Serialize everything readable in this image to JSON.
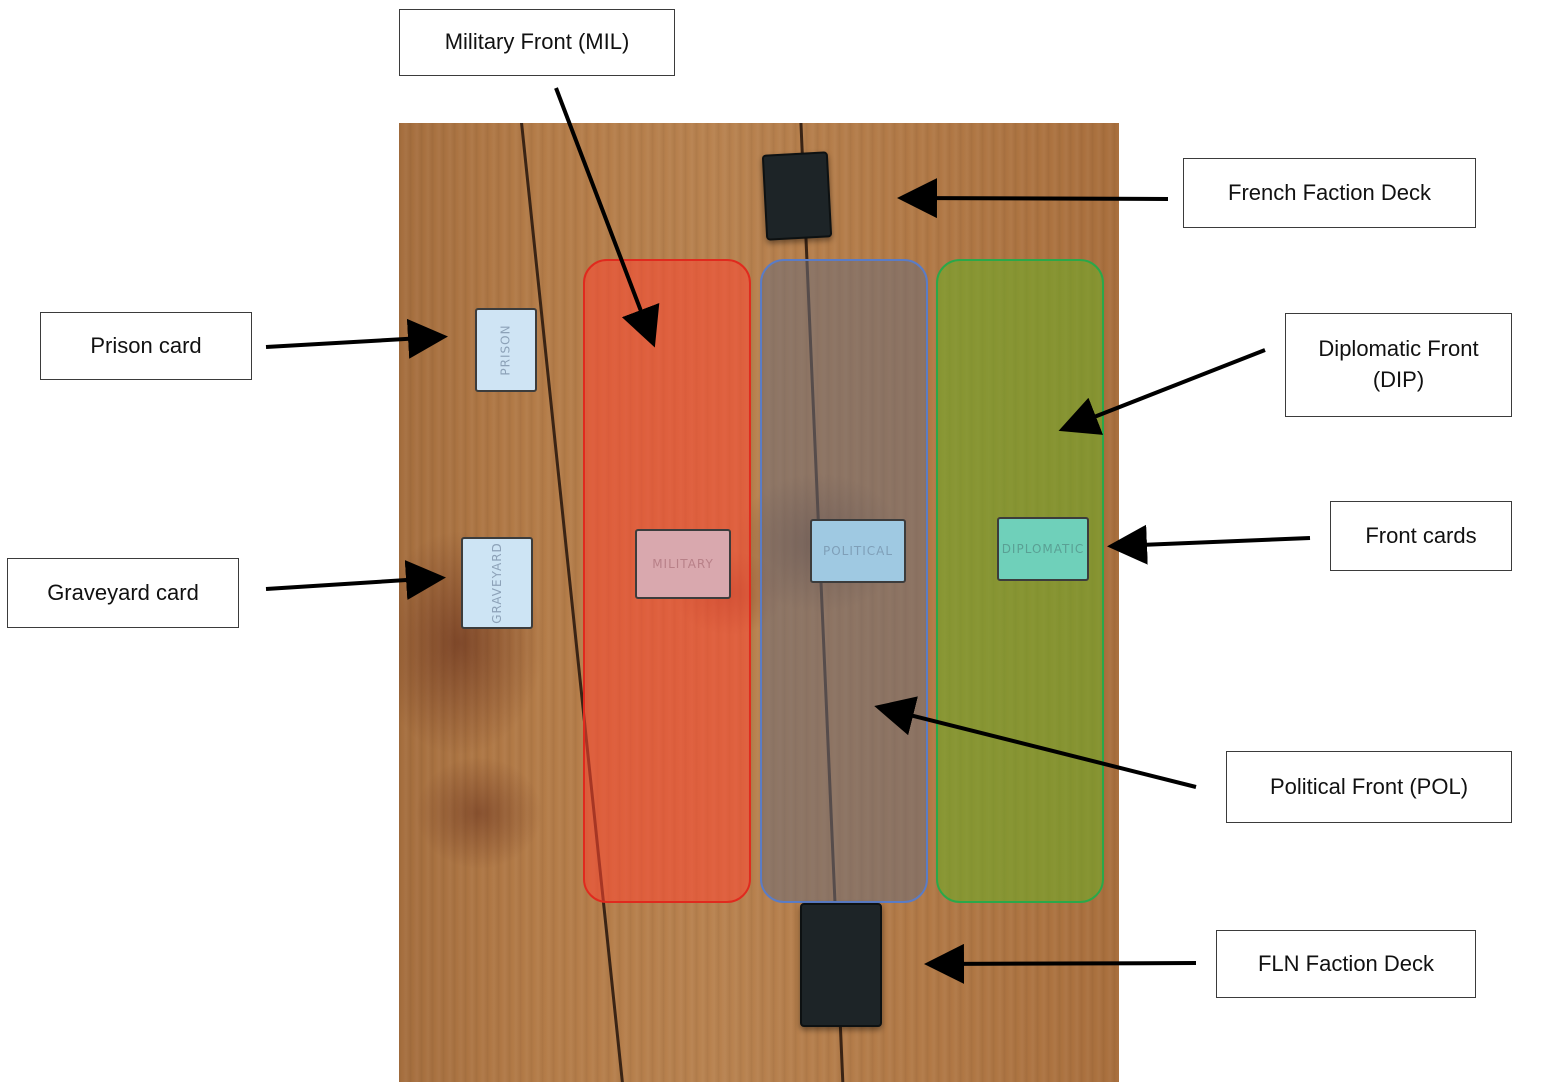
{
  "photo": {
    "zones": {
      "military": {
        "color": "#e02a1e"
      },
      "political": {
        "color": "#5a7cc6"
      },
      "diplomatic": {
        "color": "#2aa84a"
      }
    },
    "cards": {
      "prison": "PRISON",
      "graveyard": "GRAVEYARD",
      "military": "MILITARY",
      "political": "POLITICAL",
      "diplomatic": "DIPLOMATIC"
    }
  },
  "labels": {
    "military_front": "Military Front (MIL)",
    "french_deck": "French Faction Deck",
    "prison_card": "Prison card",
    "diplomatic_front": "Diplomatic Front (DIP)",
    "front_cards": "Front cards",
    "graveyard_card": "Graveyard card",
    "political_front": "Political Front (POL)",
    "fln_deck": "FLN Faction Deck"
  }
}
